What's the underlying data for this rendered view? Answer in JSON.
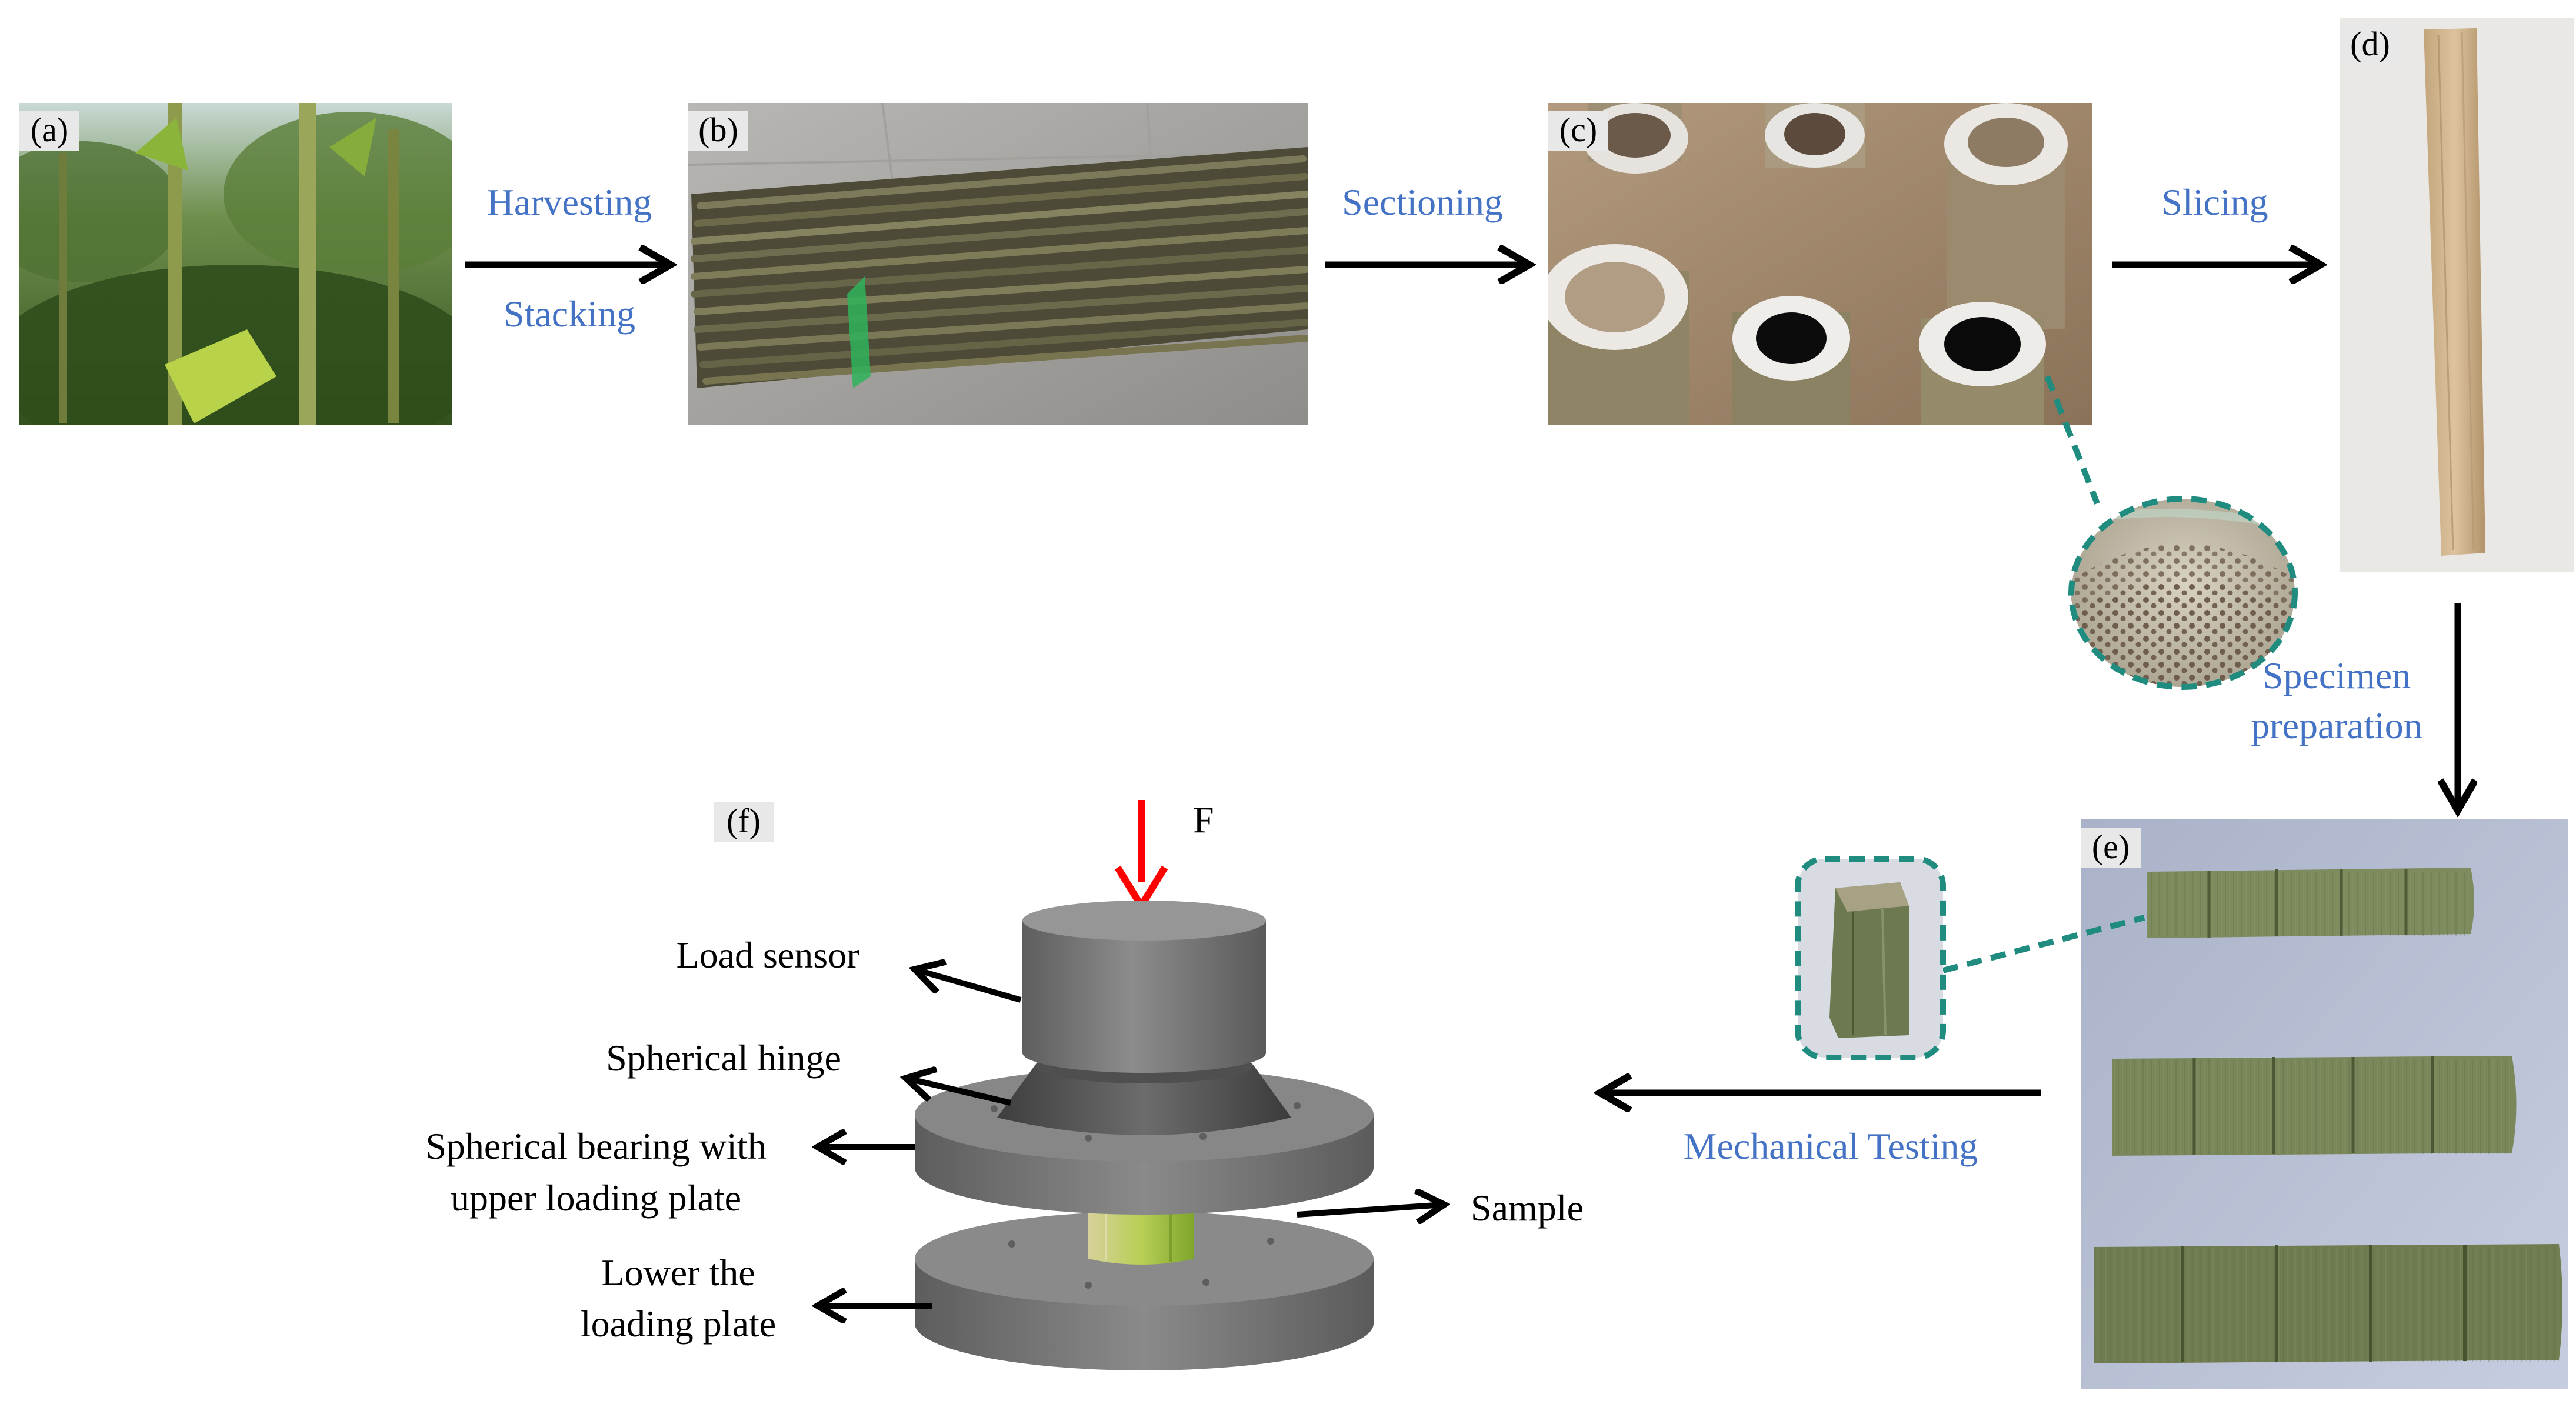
{
  "panels": {
    "a": "(a)",
    "b": "(b)",
    "c": "(c)",
    "d": "(d)",
    "e": "(e)",
    "f": "(f)"
  },
  "steps": {
    "harvesting": "Harvesting",
    "stacking": "Stacking",
    "sectioning": "Sectioning",
    "slicing": "Slicing",
    "specimen_line1": "Specimen",
    "specimen_line2": "preparation",
    "mechanical_testing": "Mechanical Testing"
  },
  "apparatus": {
    "force": "F",
    "load_sensor": "Load sensor",
    "spherical_hinge": "Spherical hinge",
    "bearing_line1": "Spherical bearing with",
    "bearing_line2": "upper loading plate",
    "sample": "Sample",
    "lower_line1": "Lower the",
    "lower_line2": "loading plate"
  },
  "colors": {
    "step_text": "#4472c4",
    "force_arrow": "#ff0000",
    "callout_border": "#1f8c7f",
    "metal_gray": "#7f7f7f",
    "bamboo_green": "#a4c03c"
  }
}
